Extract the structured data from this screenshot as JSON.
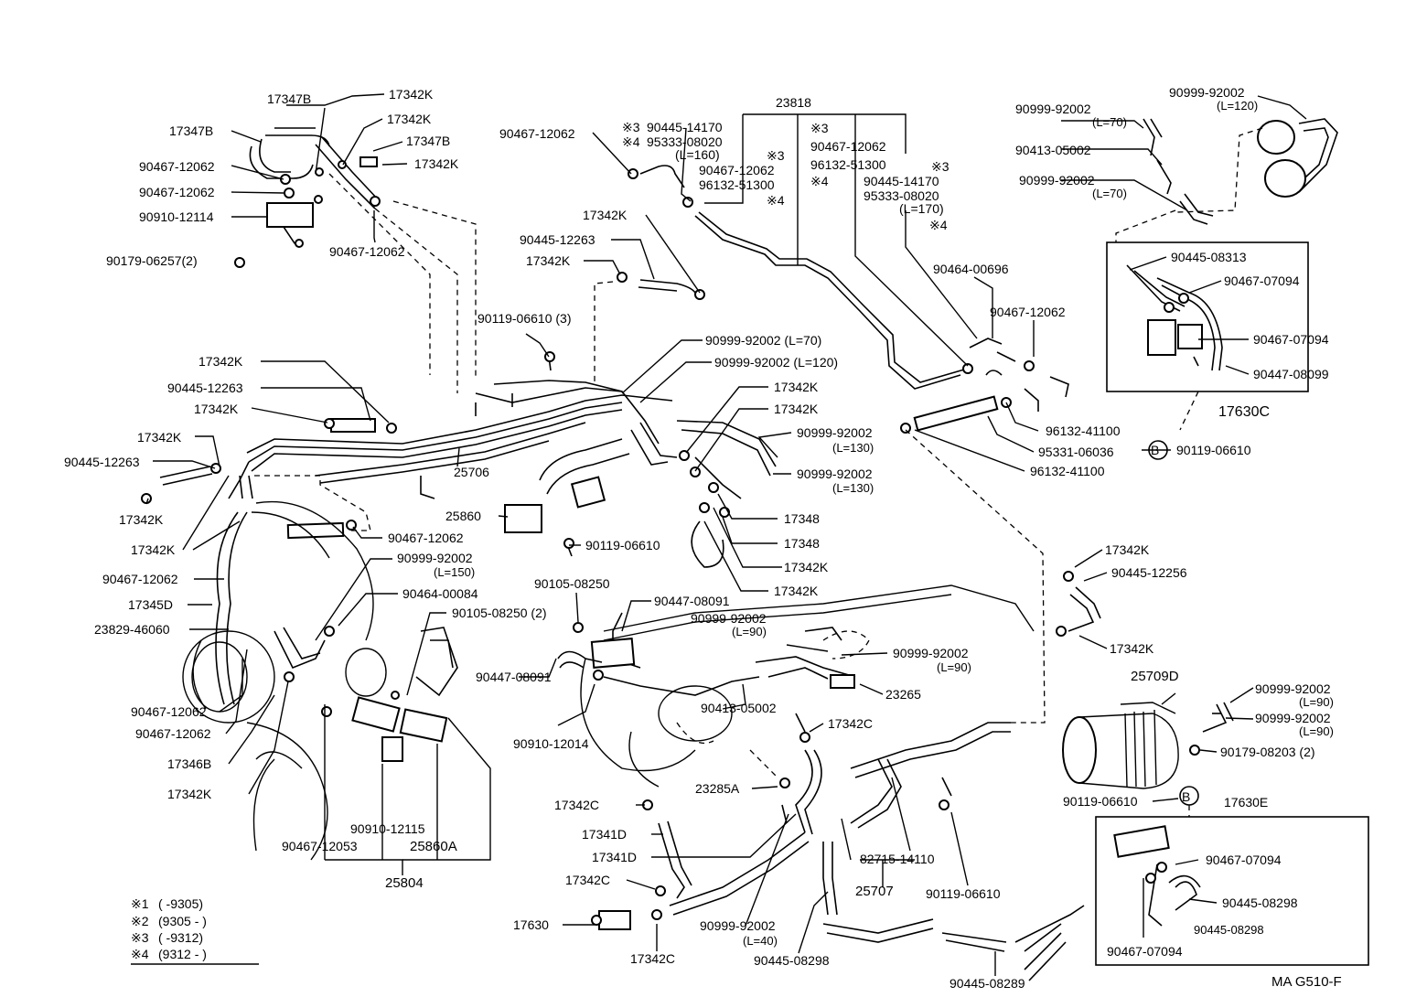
{
  "footer": {
    "code": "MA  G510-F"
  },
  "legend": [
    {
      "mark": "※1",
      "range": "(      -9305)"
    },
    {
      "mark": "※2",
      "range": "(9305 -        )"
    },
    {
      "mark": "※3",
      "range": "(      -9312)"
    },
    {
      "mark": "※4",
      "range": "(9312 -        )"
    }
  ],
  "boxes": {
    "box_c": {
      "label": "17630C",
      "marker": "B"
    },
    "box_e": {
      "label": "17630E",
      "marker": "B"
    }
  },
  "labels": {
    "l001": "17347B",
    "l002": "17342K",
    "l003": "17342K",
    "l004": "17347B",
    "l005": "17342K",
    "l006": "17347B",
    "l007": "90467-12062",
    "l008": "90467-12062",
    "l009": "90910-12114",
    "l010": "90467-12062",
    "l011": "90179-06257(2)",
    "l012": "90467-12062",
    "l013": "※3",
    "l014": "90445-14170",
    "l015": "※4",
    "l016": "95333-08020",
    "l017": "(L=160)",
    "l018": "※3",
    "l019": "90467-12062",
    "l020": "96132-51300",
    "l021": "※4",
    "l022": "23818",
    "l023": "※3",
    "l024": "90467-12062",
    "l025": "96132-51300",
    "l026": "※4",
    "l027": "※3",
    "l028": "90445-14170",
    "l029": "95333-08020",
    "l030": "(L=170)",
    "l031": "※4",
    "l032": "90999-92002",
    "l033": "(L=70)",
    "l034": "90413-05002",
    "l035": "90999-92002",
    "l036": "(L=70)",
    "l037": "90999-92002",
    "l038": "(L=120)",
    "l039": "17342K",
    "l040": "90445-12263",
    "l041": "17342K",
    "l042": "90119-06610 (3)",
    "l043": "90464-00696",
    "l044": "90467-12062",
    "l045": "90445-08313",
    "l046": "90467-07094",
    "l047": "90467-07094",
    "l048": "90447-08099",
    "l049": "90999-92002 (L=70)",
    "l050": "90999-92002 (L=120)",
    "l051": "17342K",
    "l052": "90445-12263",
    "l053": "17342K",
    "l054": "17342K",
    "l055": "90445-12263",
    "l056": "17342K",
    "l057": "25706",
    "l058": "17342K",
    "l059": "17342K",
    "l060": "90999-92002",
    "l061": "(L=130)",
    "l062": "90999-92002",
    "l063": "(L=130)",
    "l064": "17348",
    "l065": "17348",
    "l066": "17342K",
    "l067": "17342K",
    "l068": "96132-41100",
    "l069": "95331-06036",
    "l070": "96132-41100",
    "l071": "90119-06610",
    "l072": "25860",
    "l073": "90119-06610",
    "l074": "17342K",
    "l075": "90467-12062",
    "l076": "90999-92002",
    "l077": "(L=150)",
    "l078": "90467-12062",
    "l079": "90464-00084",
    "l080": "17345D",
    "l081": "23829-46060",
    "l082": "90105-08250 (2)",
    "l083": "90105-08250",
    "l084": "90447-08091",
    "l085": "90999-92002",
    "l086": "(L=90)",
    "l087": "90999-92002",
    "l088": "(L=90)",
    "l089": "23265",
    "l090": "17342K",
    "l091": "90445-12256",
    "l092": "17342K",
    "l093": "90447-08091",
    "l094": "90413-05002",
    "l095": "90910-12014",
    "l096": "17342C",
    "l097": "25709D",
    "l098": "90999-92002",
    "l099": "(L=90)",
    "l100": "90999-92002",
    "l101": "(L=90)",
    "l102": "90179-08203 (2)",
    "l103": "90119-06610",
    "l104": "90467-12062",
    "l105": "90467-12062",
    "l106": "17346B",
    "l107": "17342K",
    "l108": "23285A",
    "l109": "17342C",
    "l110": "17341D",
    "l111": "17341D",
    "l112": "17342C",
    "l113": "17630",
    "l114": "17342C",
    "l115": "90910-12115",
    "l116": "25860A",
    "l117": "90467-12053",
    "l118": "25804",
    "l119": "82715-14110",
    "l120": "25707",
    "l121": "90119-06610",
    "l122": "90999-92002",
    "l123": "(L=40)",
    "l124": "90445-08298",
    "l125": "90445-08289",
    "l126": "90467-07094",
    "l127": "90445-08298",
    "l128": "90445-08298",
    "l129": "90467-07094"
  }
}
